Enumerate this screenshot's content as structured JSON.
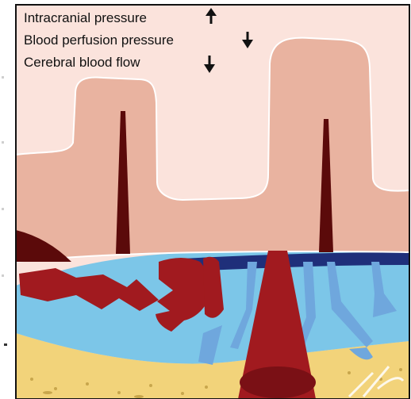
{
  "legend": {
    "items": [
      {
        "label": "Intracranial pressure",
        "direction": "up",
        "arrow_icon": "arrow-up-icon"
      },
      {
        "label": "Blood perfusion pressure",
        "direction": "down",
        "arrow_icon": "arrow-down-icon"
      },
      {
        "label": "Cerebral blood flow",
        "direction": "down",
        "arrow_icon": "arrow-down-icon"
      }
    ]
  },
  "colors": {
    "brain_surface": "#fbe3dc",
    "brain_tissue": "#e9b3a0",
    "sulcus_line": "#5b0a0a",
    "blood": "#a11a1f",
    "csf_layer": "#7cc6e8",
    "vessels": "#6fa7dd",
    "dark_band": "#1f2f7a",
    "skull": "#f2d37a",
    "frame": "#111111"
  }
}
